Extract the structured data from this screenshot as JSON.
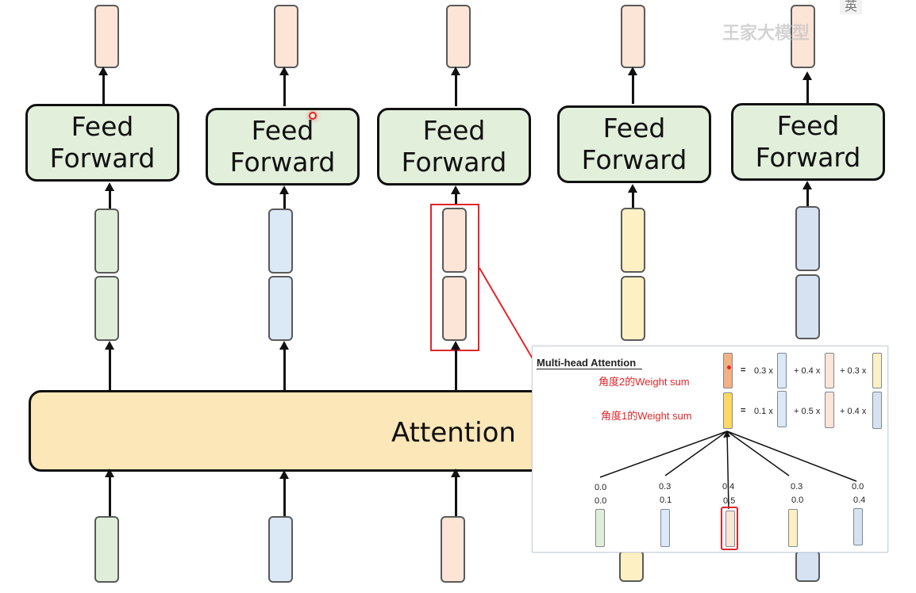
{
  "feed_forward_label": [
    "Feed",
    "Forward"
  ],
  "attention_label": "Attention",
  "watermark": {
    "text": "王家大模型",
    "corner": "英"
  },
  "inset": {
    "title": "Multi-head Attention",
    "row2": {
      "label": "角度2的Weight sum",
      "eq": "=",
      "terms": [
        "0.3 x",
        "+ 0.4 x",
        "+ 0.3 x"
      ]
    },
    "row1": {
      "label": "角度1的Weight sum",
      "eq": "=",
      "terms": [
        "0.1 x",
        "+ 0.5 x",
        "+ 0.4 x"
      ]
    },
    "weights_top": [
      "0.0",
      "0.3",
      "0.4",
      "0.3",
      "0.0"
    ],
    "weights_bottom": [
      "0.0",
      "0.1",
      "0.5",
      "0.0",
      "0.4"
    ]
  },
  "colors": {
    "green": "#dfeed8",
    "blue": "#dbe8f6",
    "peach": "#fce4d6",
    "yellow": "#fdf1c4",
    "slate": "#d6e2f2",
    "orange": "#f4b183",
    "gold": "#ffd966",
    "highlight": "#e0262a"
  }
}
